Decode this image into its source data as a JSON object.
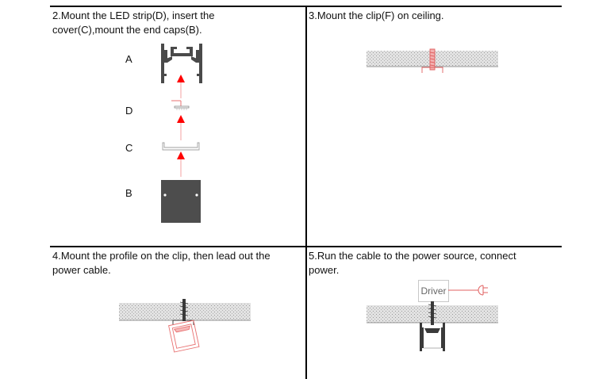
{
  "steps": [
    {
      "number": 2,
      "line1": "2.Mount the LED strip(D), insert the",
      "line2": "cover(C),mount the end caps(B).",
      "parts": [
        {
          "letter": "A",
          "name": "profile"
        },
        {
          "letter": "D",
          "name": "LED strip"
        },
        {
          "letter": "C",
          "name": "cover"
        },
        {
          "letter": "B",
          "name": "end cap"
        }
      ]
    },
    {
      "number": 3,
      "line1": "3.Mount the clip(F) on ceiling."
    },
    {
      "number": 4,
      "line1": "4.Mount the profile on the clip,  then lead out the",
      "line2": "power cable."
    },
    {
      "number": 5,
      "line1": "5.Run the cable to the power source, connect",
      "line2": "power.",
      "driver_label": "Driver"
    }
  ],
  "colors": {
    "arrow": "#ff0000",
    "profile": "#4a4a4a",
    "endcap": "#4d4d4d",
    "ceiling": "#d9d9d9",
    "clip_red": "#e87070",
    "rule": "#000000"
  }
}
